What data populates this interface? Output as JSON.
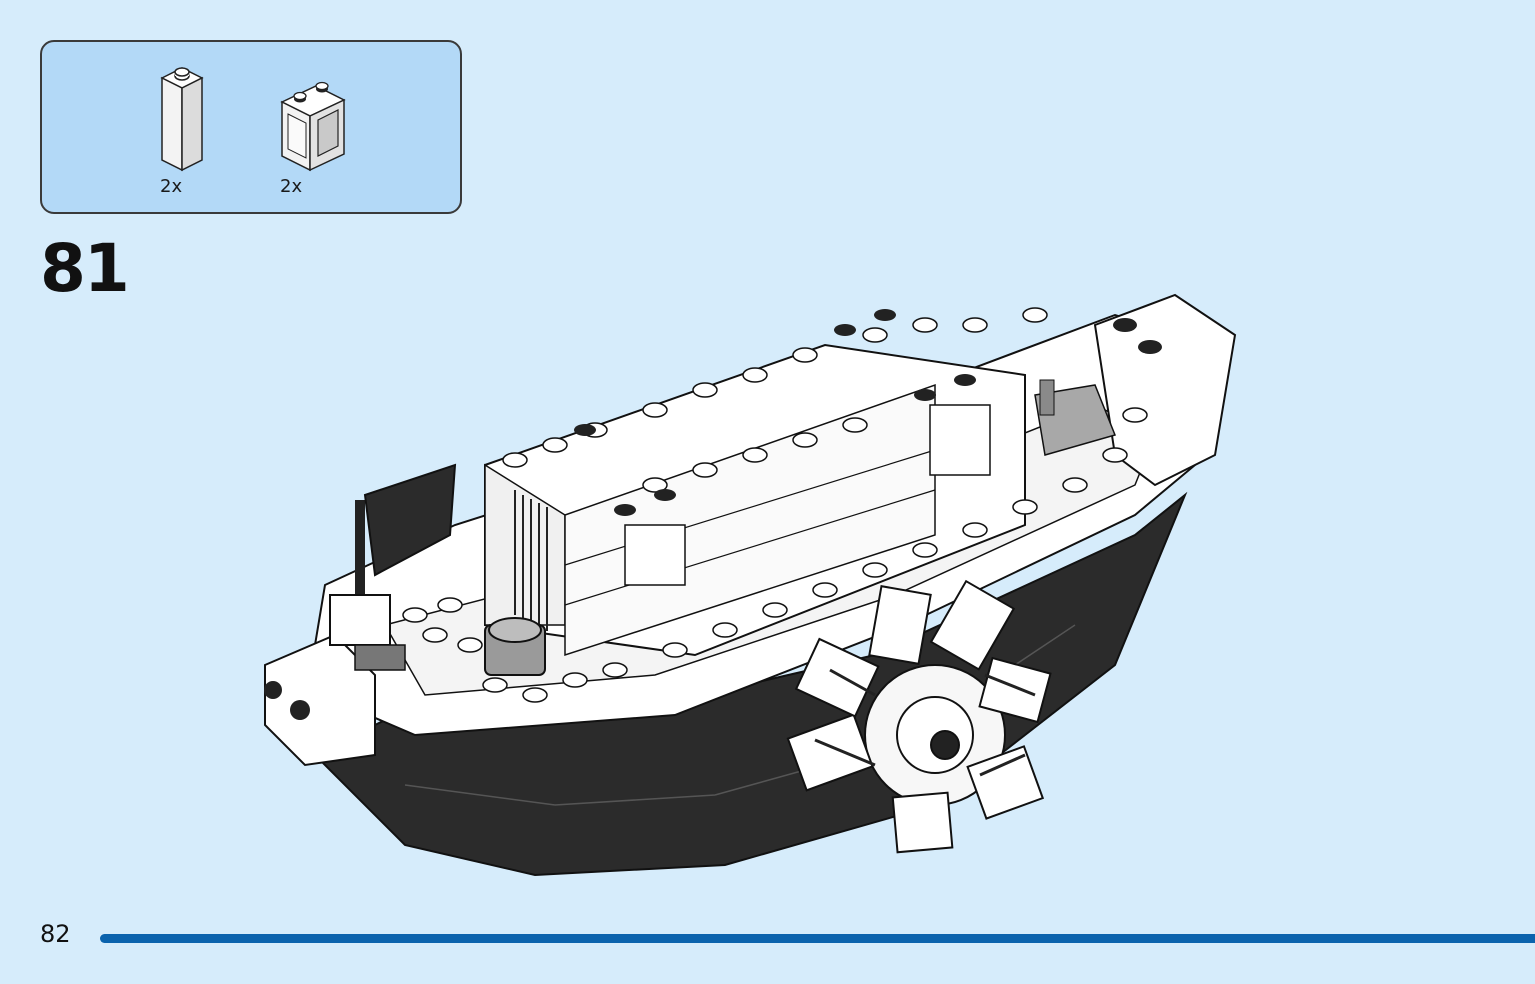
{
  "parts_box": {
    "items": [
      {
        "name": "brick-1x1x3-white-icon",
        "qty": "2x"
      },
      {
        "name": "window-frame-1x2x2-white-icon",
        "qty": "2x"
      }
    ]
  },
  "step_number": "81",
  "page_number": "82",
  "progress": 1.0,
  "colors": {
    "background": "#d6ecfb",
    "parts_box_bg": "#b3d9f7",
    "progress_bar": "#0b63ad",
    "hull": "#2b2b2b",
    "brick_white": "#ffffff"
  }
}
